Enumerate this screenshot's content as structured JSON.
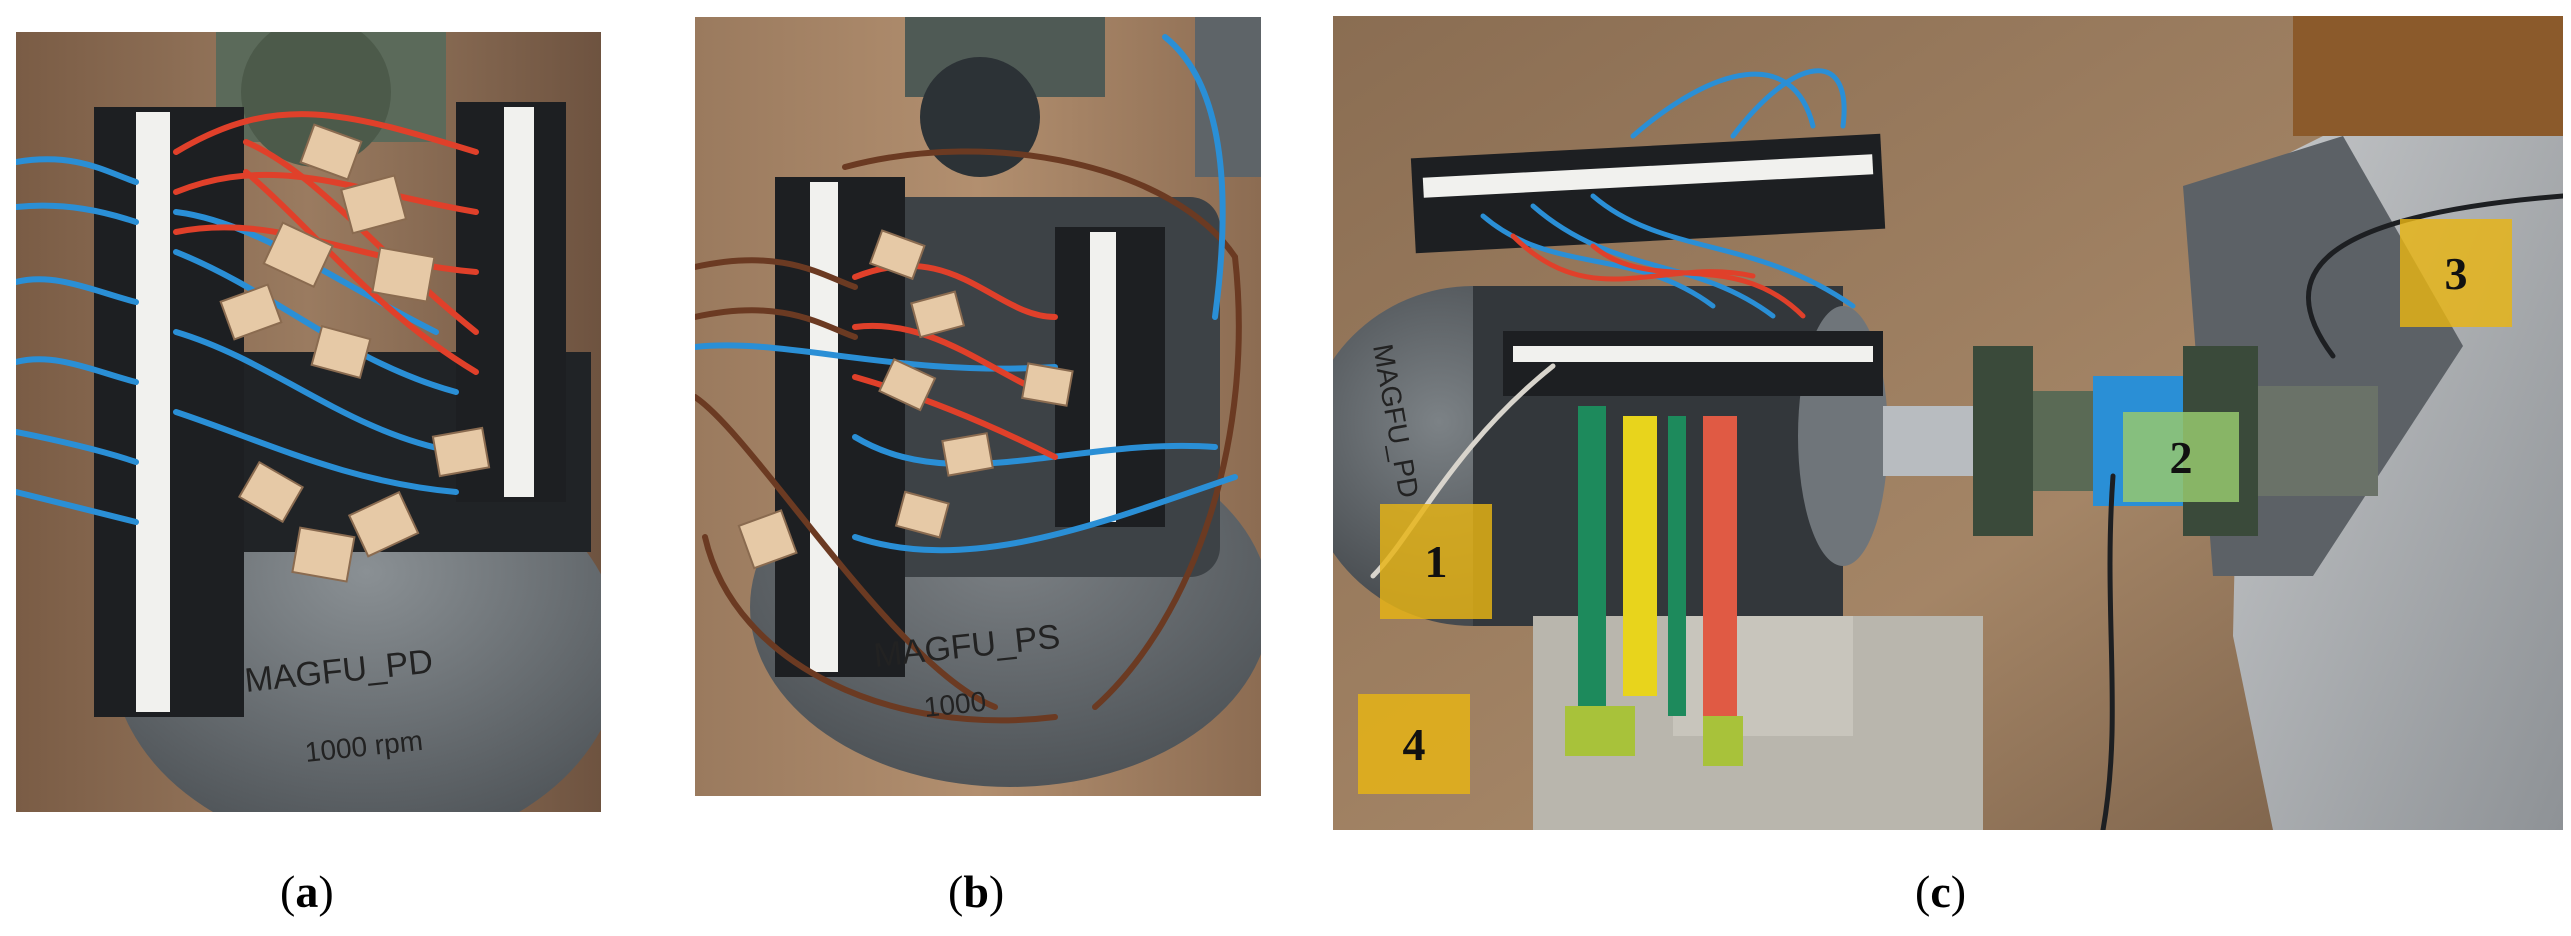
{
  "captions": {
    "a": {
      "open": "(",
      "letter": "a",
      "close": ")"
    },
    "b": {
      "open": "(",
      "letter": "b",
      "close": ")"
    },
    "c": {
      "open": "(",
      "letter": "c",
      "close": ")"
    }
  },
  "panel_a": {
    "motor_label_line1": "MAGFU_PD",
    "motor_label_line2": "1000 rpm"
  },
  "panel_b": {
    "motor_label_line1": "MAGFU_PS",
    "motor_label_line2": "1000"
  },
  "panel_c": {
    "motor_label": "MAGFU_PD",
    "markers": [
      "1",
      "2",
      "3",
      "4"
    ]
  },
  "colors": {
    "wire_red": "#e0402a",
    "wire_blue": "#2a8fd6",
    "marker_yellow": "#e8b414",
    "motor_grey": "#6f7478",
    "wood": "#8a6a4e"
  }
}
